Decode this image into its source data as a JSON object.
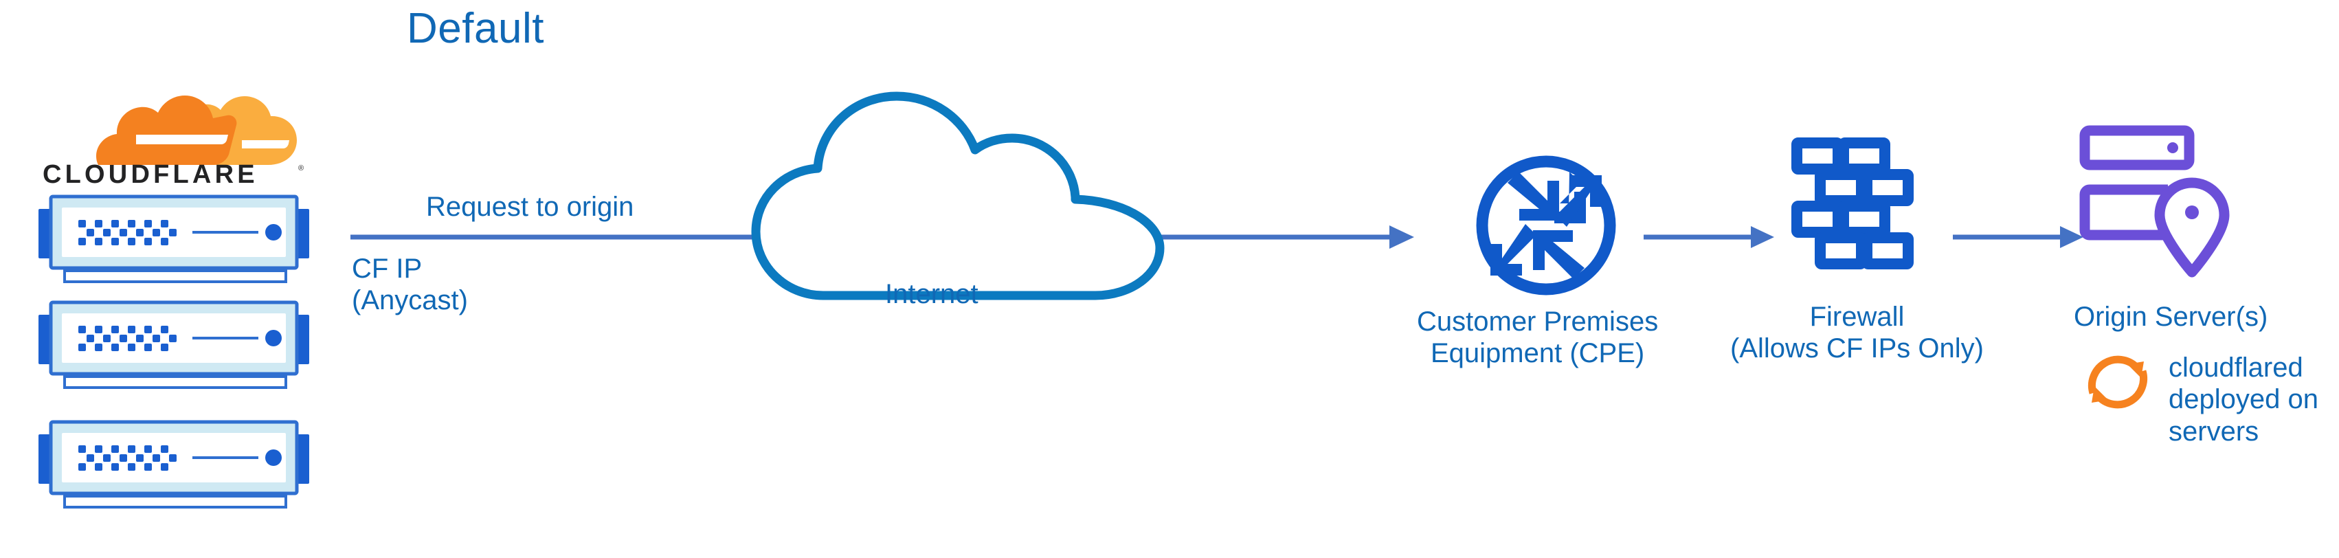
{
  "title": "Default",
  "colors": {
    "title_blue": "#1068b5",
    "label_blue": "#1068b5",
    "cloud_stroke": "#0c7ac0",
    "arrow_blue": "#4472c4",
    "icon_blue": "#1059c9",
    "origin_purple": "#6b4fd8",
    "cloudflared_orange": "#f6821f",
    "rack_frame": "#2f6fd0",
    "rack_inner": "#cfe9f3",
    "rack_dot": "#1a5fd0",
    "logo_orange": "#f48120",
    "logo_orange_light": "#faad3f",
    "wordmark_black": "#232324"
  },
  "brand": {
    "logo_name": "cloudflare-cloud-logo",
    "wordmark": "CLOUDFLARE",
    "registered_mark": "®"
  },
  "nodes": [
    {
      "id": "cloudflare-edge",
      "icon": "server-rack-icon",
      "count": 3,
      "labels": [
        "CF IP",
        "(Anycast)"
      ]
    },
    {
      "id": "internet",
      "icon": "cloud-icon",
      "label": "Internet"
    },
    {
      "id": "cpe",
      "icon": "router-icon",
      "labels": [
        "Customer Premises",
        "Equipment (CPE)"
      ]
    },
    {
      "id": "firewall",
      "icon": "brick-wall-icon",
      "labels": [
        "Firewall",
        "(Allows CF IPs Only)"
      ]
    },
    {
      "id": "origin",
      "icon": "server-location-icon",
      "labels": [
        "Origin Server(s)"
      ]
    }
  ],
  "edges": [
    {
      "id": "edge-edge-to-cpe",
      "label": "Request to origin",
      "from": "cloudflare-edge",
      "to": "cpe"
    },
    {
      "id": "edge-cpe-to-firewall",
      "label": "",
      "from": "cpe",
      "to": "firewall"
    },
    {
      "id": "edge-firewall-to-origin",
      "label": "",
      "from": "firewall",
      "to": "origin"
    }
  ],
  "labels": {
    "request_to_origin": "Request to origin",
    "cf_ip_line1": "CF IP",
    "cf_ip_line2": "(Anycast)",
    "internet": "Internet",
    "cpe_line1": "Customer Premises",
    "cpe_line2": "Equipment (CPE)",
    "firewall_line1": "Firewall",
    "firewall_line2": "(Allows CF IPs Only)",
    "origin": "Origin Server(s)",
    "cloudflared_line1": "cloudflared",
    "cloudflared_line2": "deployed on",
    "cloudflared_line3": "servers"
  },
  "annotation": {
    "icon": "sync-arrows-icon",
    "text": "cloudflared deployed on servers"
  }
}
